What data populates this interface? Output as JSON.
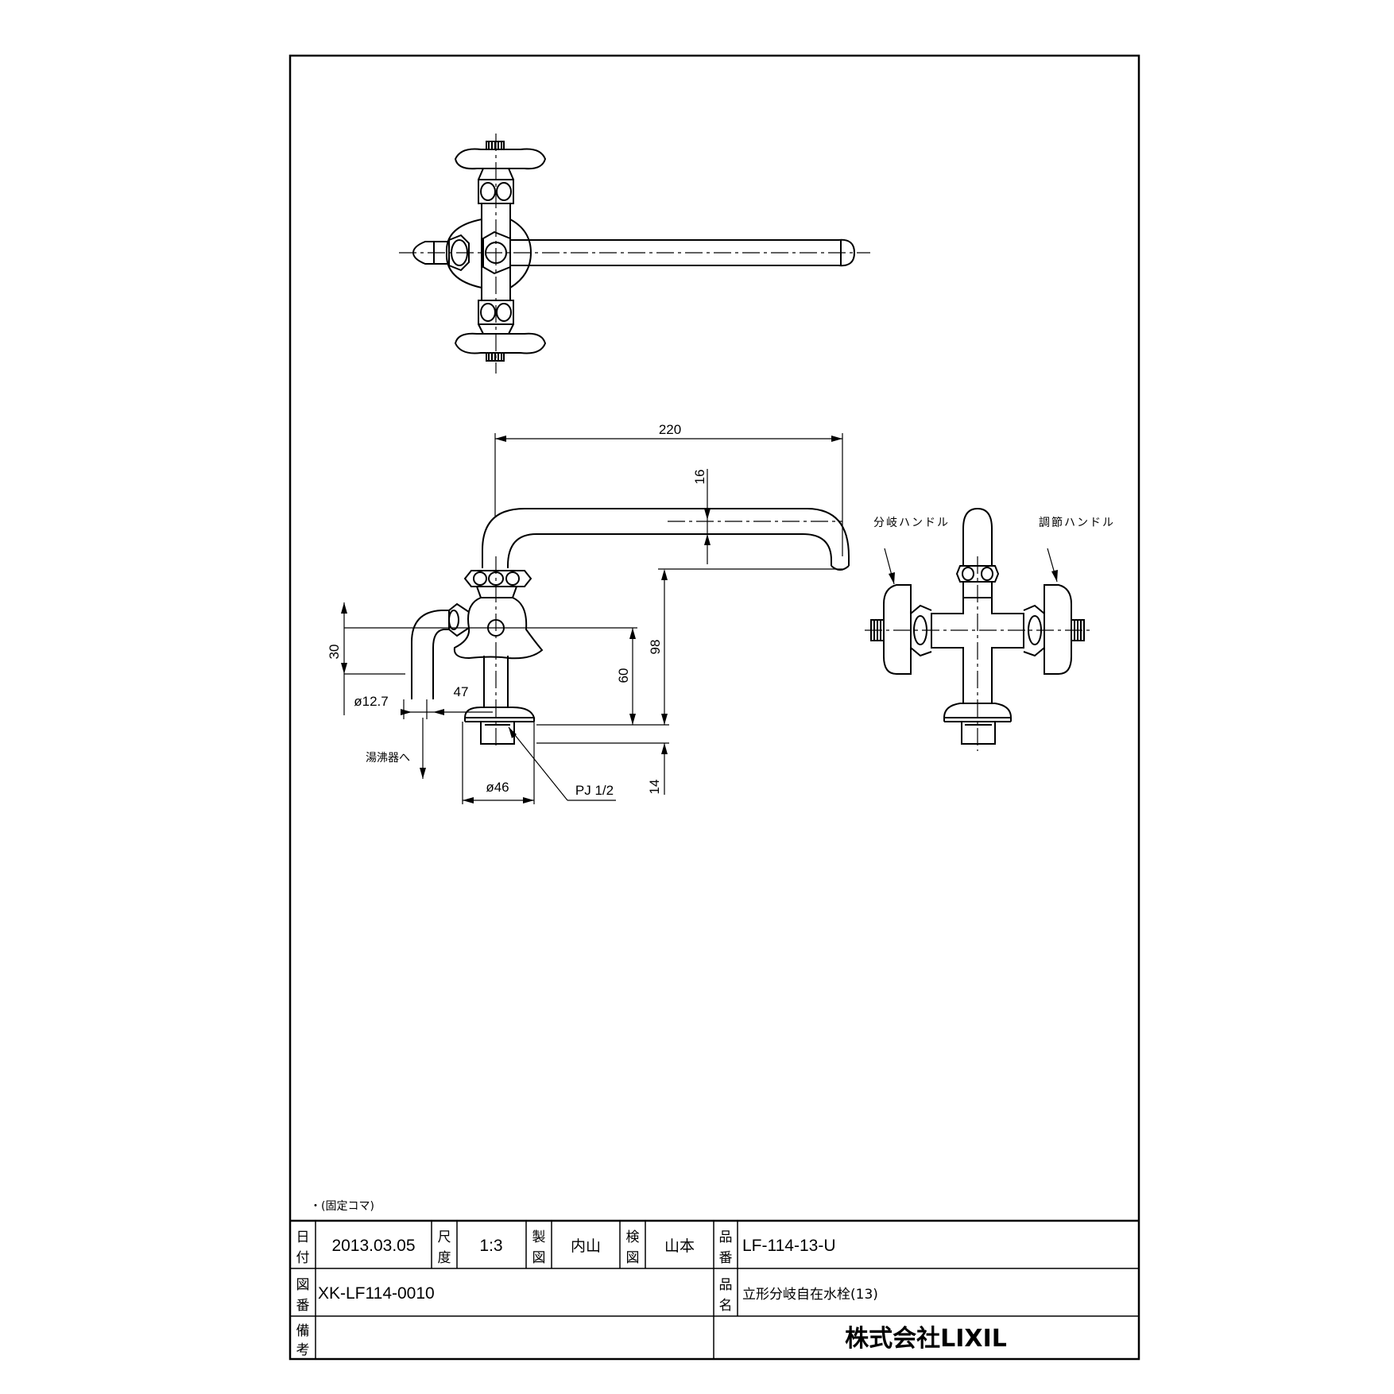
{
  "note": "・(固定コマ)",
  "dimensions": {
    "overall_width": "220",
    "spout_diameter": "16",
    "height_to_spout": "98",
    "height_to_handle": "60",
    "branch_rise": "30",
    "branch_offset": "47",
    "branch_pipe_dia": "ø12.7",
    "base_dia": "ø46",
    "thread_length": "14",
    "thread_spec": "PJ 1/2"
  },
  "labels": {
    "to_water_heater": "湯沸器へ",
    "branch_handle": "分岐ハンドル",
    "adjust_handle": "調節ハンドル"
  },
  "title_block": {
    "date_label": [
      "日",
      "付"
    ],
    "date": "2013.03.05",
    "scale_label": [
      "尺",
      "度"
    ],
    "scale": "1:3",
    "drawn_label": [
      "製",
      "図"
    ],
    "drawn_by": "内山",
    "checked_label": [
      "検",
      "図"
    ],
    "checked_by": "山本",
    "part_no_label": [
      "品",
      "番"
    ],
    "part_no": "LF-114-13-U",
    "drawing_no_label": [
      "図",
      "番"
    ],
    "drawing_no": "XK-LF114-0010",
    "product_name_label": [
      "品",
      "名"
    ],
    "product_name": "立形分岐自在水栓(13)",
    "remarks_label": [
      "備",
      "考"
    ],
    "company": "株式会社LIXIL"
  }
}
